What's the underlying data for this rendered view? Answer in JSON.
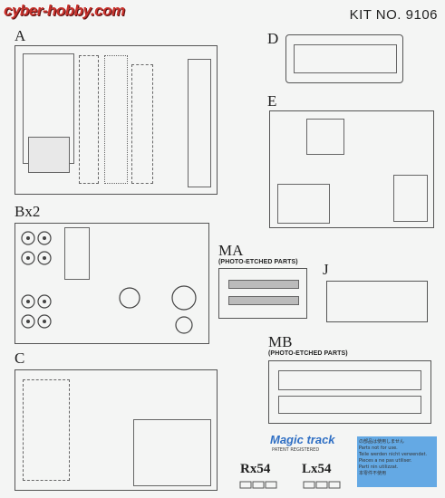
{
  "header": {
    "brand": "cyber-hobby.com",
    "kit_number": "KIT NO. 9106"
  },
  "sprues": {
    "a": "A",
    "b": "Bx2",
    "c": "C",
    "d": "D",
    "e": "E",
    "j": "J",
    "ma": "MA",
    "ma_sub": "(PHOTO-ETCHED PARTS)",
    "mb": "MB",
    "mb_sub": "(PHOTO-ETCHED PARTS)"
  },
  "footer": {
    "logo": "Magic track",
    "logo_sub": "PATENT REGISTERED",
    "track_left": "Rx54",
    "track_right": "Lx54",
    "notes": [
      "の部品は使用しません",
      "Parts not for use.",
      "Teile werden nicht verwendet.",
      "Pieces a ne pas utiliser.",
      "Parti nin utilizzat.",
      "本零件不使用"
    ]
  },
  "colors": {
    "highlight": "#4a9be0",
    "outline": "#555555",
    "brand": "#c8322c"
  }
}
